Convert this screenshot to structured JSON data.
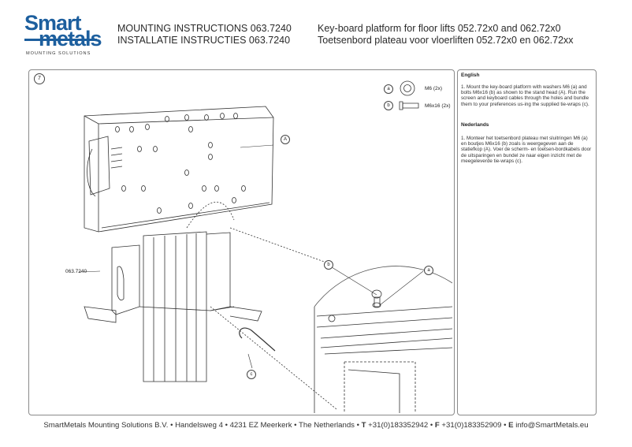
{
  "logo": {
    "word1": "Smart",
    "word2": "metals",
    "sub": "MOUNTING SOLUTIONS"
  },
  "header": {
    "line1": "MOUNTING INSTRUCTIONS  063.7240",
    "line2": "INSTALLATIE INSTRUCTIES  063.7240",
    "line3": "Key-board platform for floor lifts 052.72x0 and 062.72x0",
    "line4": "Toetsenbord plateau voor vloerliften 052.72x0 en 062.72xx"
  },
  "step": "7",
  "labels": {
    "part_a": "a",
    "part_a_spec": "M6 (2x)",
    "part_b": "b",
    "part_b_spec": "M6x16 (2x)",
    "callout_A": "A",
    "callout_c": "c",
    "callout_a": "a",
    "callout_b": "b",
    "product": "063.7240"
  },
  "text": {
    "en_head": "English",
    "en_body": "1. Mount the  key-board platform with washers M6 (a) and bolts M6x16 (b) as shown to the stand head (A). Run the screen and keyboard cables through the holes and bundle them to your preferences us-ing the supplied tie-wraps (c).",
    "nl_head": "Nederlands",
    "nl_body": "1. Monteer het toetsenbord plateau met sluitringen M6 (a) en boutjes M6x16 (b) zoals is weergegeven aan de statiefkop (A). Voer de scherm- en toetsen-bordkabels door de uitsparingen en bundel ze naar eigen inzicht met de meegeleverde tie-wraps (c)."
  },
  "footer": {
    "company": "SmartMetals Mounting Solutions B.V. • Handelsweg 4 • 4231 EZ Meerkerk • The Netherlands • ",
    "t_label": "T",
    "phone": " +31(0)183352942 • ",
    "f_label": "F",
    "fax": " +31(0)183352909 • ",
    "e_label": "E",
    "email": " info@SmartMetals.eu"
  }
}
